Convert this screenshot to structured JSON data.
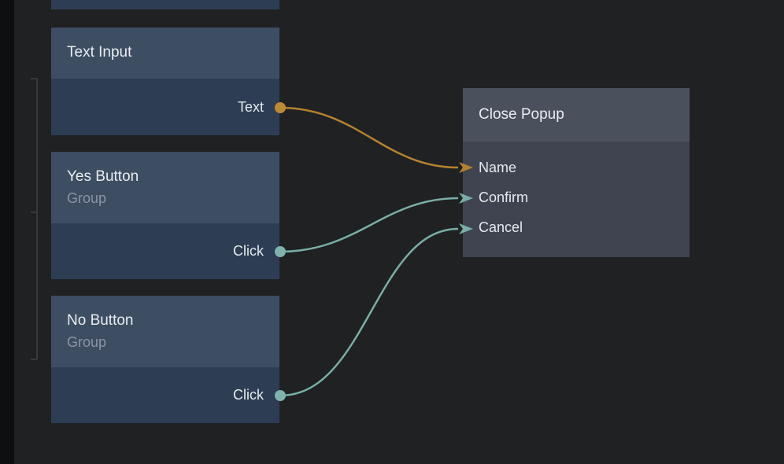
{
  "canvas": {
    "background": "#1f2123",
    "left_strip_color": "#0d0f11",
    "guide_color": "#3e4145"
  },
  "nodes": {
    "text_input": {
      "title": "Text Input",
      "output": {
        "label": "Text",
        "color": "#bd8a31"
      }
    },
    "yes_button": {
      "title": "Yes Button",
      "subtitle": "Group",
      "output": {
        "label": "Click",
        "color": "#7eb2aa"
      }
    },
    "no_button": {
      "title": "No Button",
      "subtitle": "Group",
      "output": {
        "label": "Click",
        "color": "#7eb2aa"
      }
    },
    "close_popup": {
      "title": "Close Popup",
      "inputs": [
        {
          "label": "Name"
        },
        {
          "label": "Confirm"
        },
        {
          "label": "Cancel"
        }
      ]
    }
  },
  "connections": [
    {
      "from": "Text Input / Text",
      "to": "Close Popup / Name",
      "color": "#b5822c"
    },
    {
      "from": "Yes Button / Click",
      "to": "Close Popup / Confirm",
      "color": "#79aea6"
    },
    {
      "from": "No Button / Click",
      "to": "Close Popup / Cancel",
      "color": "#79aea6"
    }
  ]
}
